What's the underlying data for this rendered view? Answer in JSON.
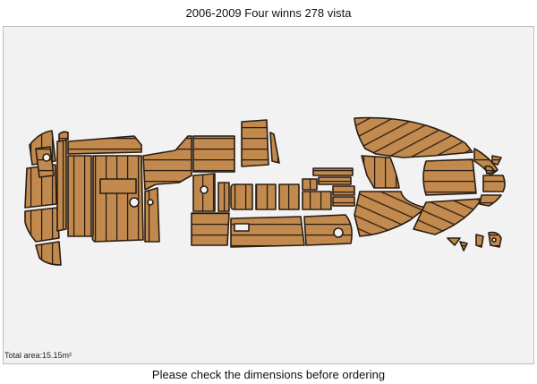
{
  "header": {
    "title": "2006-2009 Four winns 278 vista"
  },
  "layout_info": {
    "total_area_text": "Total area:15.15m²"
  },
  "footer": {
    "note": "Please check the dimensions before ordering"
  },
  "colors": {
    "teak": "#c28a4e",
    "caulk": "#2a1d12",
    "panel_bg": "#f2f2f2",
    "page_bg": "#ffffff"
  }
}
